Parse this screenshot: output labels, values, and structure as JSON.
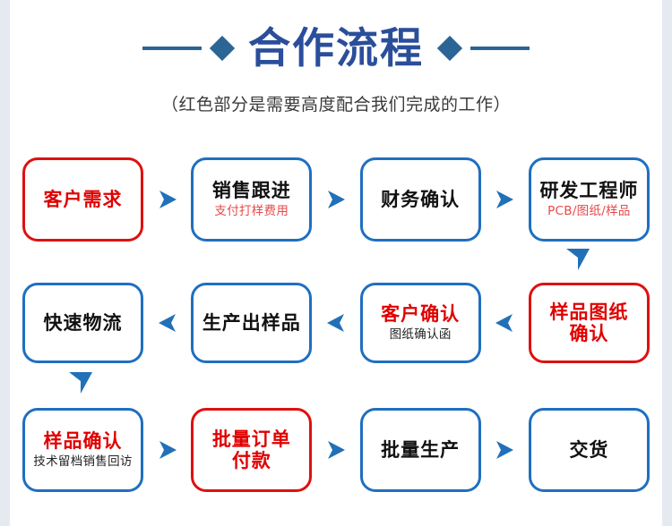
{
  "header": {
    "title": "合作流程",
    "subtitle": "（红色部分是需要高度配合我们完成的工作）",
    "left_decoration": "line-diamond-decoration",
    "right_decoration": "diamond-line-decoration"
  },
  "colors": {
    "title_blue": "#2b4e9b",
    "decoration_blue": "#2b6596",
    "node_border_blue": "#1f6fc0",
    "node_border_red": "#dd1111",
    "text_red": "#e00000",
    "sub_red": "#e84a4a",
    "arrow_blue": "#2170b8",
    "edge_strip": "#e5eaf1"
  },
  "flow": {
    "row1": {
      "direction": "left-to-right",
      "nodes": [
        {
          "title": "客户需求",
          "sub": "",
          "border": "red",
          "title_color": "red",
          "sub_color": ""
        },
        {
          "title": "销售跟进",
          "sub": "支付打样费用",
          "border": "blue",
          "title_color": "black",
          "sub_color": "red"
        },
        {
          "title": "财务确认",
          "sub": "",
          "border": "blue",
          "title_color": "black",
          "sub_color": ""
        },
        {
          "title": "研发工程师",
          "sub": "PCB/图纸/样品",
          "border": "blue",
          "title_color": "black",
          "sub_color": "red"
        }
      ]
    },
    "row2": {
      "direction": "right-to-left",
      "nodes": [
        {
          "title": "快速物流",
          "sub": "",
          "border": "blue",
          "title_color": "black",
          "sub_color": ""
        },
        {
          "title": "生产出样品",
          "sub": "",
          "border": "blue",
          "title_color": "black",
          "sub_color": ""
        },
        {
          "title": "客户确认",
          "sub": "图纸确认函",
          "border": "blue",
          "title_color": "red",
          "sub_color": "black"
        },
        {
          "title": "样品图纸\n确认",
          "sub": "",
          "border": "red",
          "title_color": "red",
          "sub_color": ""
        }
      ]
    },
    "row3": {
      "direction": "left-to-right",
      "nodes": [
        {
          "title": "样品确认",
          "sub": "技术留档销售回访",
          "border": "blue",
          "title_color": "red",
          "sub_color": "black"
        },
        {
          "title": "批量订单\n付款",
          "sub": "",
          "border": "red",
          "title_color": "red",
          "sub_color": ""
        },
        {
          "title": "批量生产",
          "sub": "",
          "border": "blue",
          "title_color": "black",
          "sub_color": ""
        },
        {
          "title": "交货",
          "sub": "",
          "border": "blue",
          "title_color": "black",
          "sub_color": ""
        }
      ]
    },
    "connectors": {
      "row1_to_row2": "arrow-down",
      "row2_to_row3": "arrow-down"
    }
  }
}
